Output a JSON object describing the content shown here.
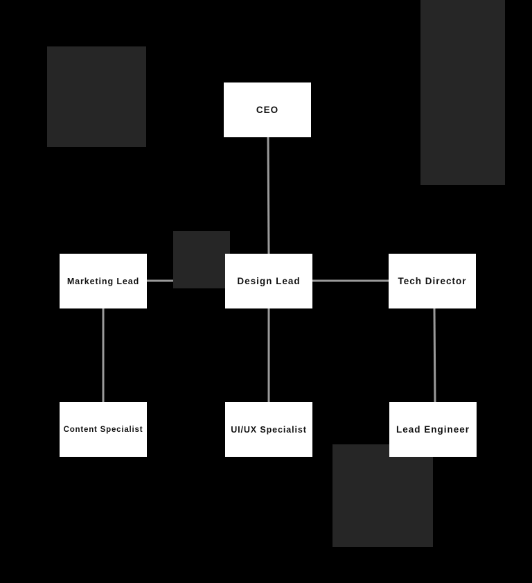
{
  "diagram": {
    "background_color": "#000000",
    "node_color": "#ffffff",
    "connector_color": "#9a9a9a",
    "decoration_color": "#262626",
    "nodes": {
      "ceo": "CEO",
      "marketing_lead": "Marketing Lead",
      "design_lead": "Design Lead",
      "tech_director": "Tech Director",
      "content_specialist": "Content Specialist",
      "uiux_specialist": "UI/UX Specialist",
      "lead_engineer": "Lead Engineer"
    },
    "edges": [
      [
        "CEO",
        "Design Lead"
      ],
      [
        "Marketing Lead",
        "Design Lead"
      ],
      [
        "Design Lead",
        "Tech Director"
      ],
      [
        "Marketing Lead",
        "Content Specialist"
      ],
      [
        "Design Lead",
        "UI/UX Specialist"
      ],
      [
        "Tech Director",
        "Lead Engineer"
      ]
    ]
  }
}
